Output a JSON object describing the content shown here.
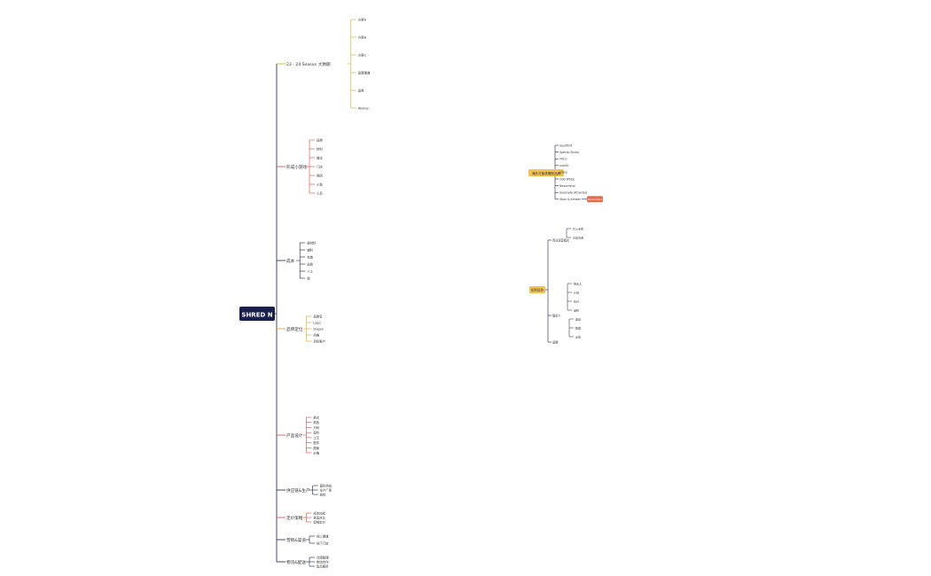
{
  "colors": {
    "root_bg": "#1a1f4b",
    "root_text": "#ffffff",
    "trunk": "#1a1f4b",
    "gold": "#d9a320",
    "red": "#d2493c",
    "navy": "#1a1f4b",
    "text": "#333333",
    "tag_bg": "#e36f4a",
    "float_bg": "#f2c14e"
  },
  "root": {
    "label": "SHRED N"
  },
  "floats": [
    {
      "label": "海外万象类需配品牌",
      "items": [
        "Sexdfinit",
        "Special Shred",
        "YOLO",
        "uuhUlt",
        "Clove",
        "Odd White",
        "Nevermind",
        "Serenade Attracted",
        "Shan & Kimber"
      ],
      "tag": "Nevermind"
    },
    {
      "label": "如何运作",
      "items": [
        "商业运营模式",
        "引入专家",
        "日常沟通",
        "联系人",
        "计划",
        "执行",
        "品牌",
        "渠道",
        "数据",
        "反馈"
      ]
    }
  ],
  "branches": [
    {
      "label": "23 - 24 Season 大致期",
      "items": [
        "方案A",
        "方案B",
        "方案C",
        "品牌渠道",
        "品类",
        "Women"
      ]
    },
    {
      "label": "形成小游戏",
      "items": [
        "品类",
        "材料",
        "做法",
        "门店",
        "规则",
        "小鱼",
        "人员"
      ]
    },
    {
      "label": "成本",
      "items": [
        "原材料",
        "辅料",
        "包装",
        "运费",
        "人工",
        "税"
      ]
    },
    {
      "label": "品牌定位",
      "items": [
        "品牌名",
        "Logo",
        "Slogan",
        "风格",
        "目标客户"
      ]
    },
    {
      "label": "产品设计",
      "items": [
        "款式",
        "颜色",
        "尺码",
        "面料",
        "工艺",
        "配件",
        "图案",
        "价格"
      ]
    },
    {
      "label": "供应链&生产",
      "items": [
        "面料供应",
        "生产厂家",
        "质检"
      ]
    },
    {
      "label": "定价策略",
      "items": [
        "成本加成",
        "竞品对比",
        "促销定价"
      ]
    },
    {
      "label": "营销&渠道",
      "items": [
        "线上渠道",
        "线下门店"
      ]
    },
    {
      "label": "物流&配送",
      "items": [
        "仓储管理",
        "物流合作",
        "售后服务"
      ]
    }
  ]
}
